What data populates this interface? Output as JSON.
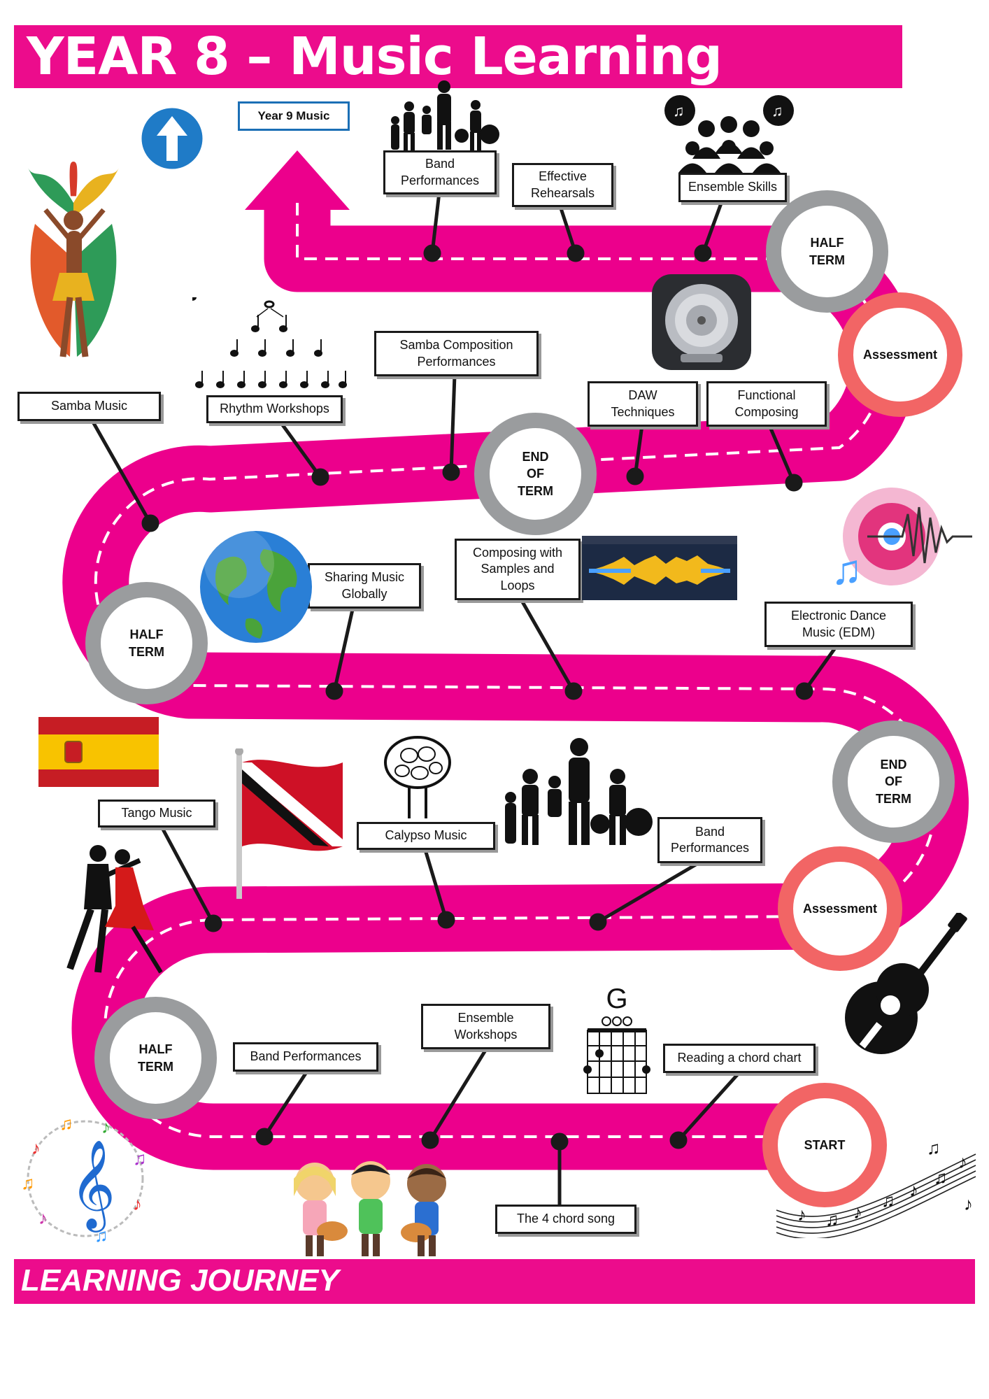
{
  "header": {
    "title": "YEAR 8 – Music Learning Journey"
  },
  "footer": {
    "title": "LEARNING JOURNEY"
  },
  "milestones": {
    "half_term_top": "HALF\nTERM",
    "assessment_top": "Assessment",
    "end_of_term_mid": "END\nOF\nTERM",
    "half_term_left": "HALF\nTERM",
    "end_of_term_right": "END\nOF\nTERM",
    "assessment_lower": "Assessment",
    "half_term_bottom": "HALF\nTERM",
    "start": "START"
  },
  "topics": {
    "year9": "Year 9 Music",
    "band_performances_top": "Band\nPerformances",
    "effective_rehearsals": "Effective\nRehearsals",
    "ensemble_skills": "Ensemble Skills",
    "samba_music": "Samba Music",
    "rhythm_workshops": "Rhythm Workshops",
    "samba_composition": "Samba Composition\nPerformances",
    "daw_techniques": "DAW\nTechniques",
    "functional_composing": "Functional\nComposing",
    "sharing_music": "Sharing Music\nGlobally",
    "composing_samples": "Composing with\nSamples and\nLoops",
    "edm": "Electronic Dance\nMusic (EDM)",
    "tango_music": "Tango Music",
    "calypso_music": "Calypso Music",
    "band_performances_mid": "Band\nPerformances",
    "band_performances_low": "Band Performances",
    "ensemble_workshops": "Ensemble\nWorkshops",
    "reading_chord_chart": "Reading a chord chart",
    "four_chord_song": "The 4 chord song"
  },
  "chord_diagram": {
    "chord": "G"
  },
  "colors": {
    "road": "#ec008c",
    "banner": "#ec0c8c",
    "grey_ring": "#9a9c9e",
    "coral_ring": "#f26565"
  },
  "icons": [
    "up-arrow-sign-icon",
    "samba-dancer-icon",
    "music-notes-icon",
    "band-silhouette-icon",
    "ensemble-people-icon",
    "daw-logo-icon",
    "globe-icon",
    "waveform-icon",
    "edm-music-icon",
    "spain-flag-icon",
    "trinidad-flag-icon",
    "steel-pan-icon",
    "tango-dancers-icon",
    "guitar-icon",
    "treble-clef-icon",
    "children-singing-icon",
    "music-staff-icon"
  ]
}
